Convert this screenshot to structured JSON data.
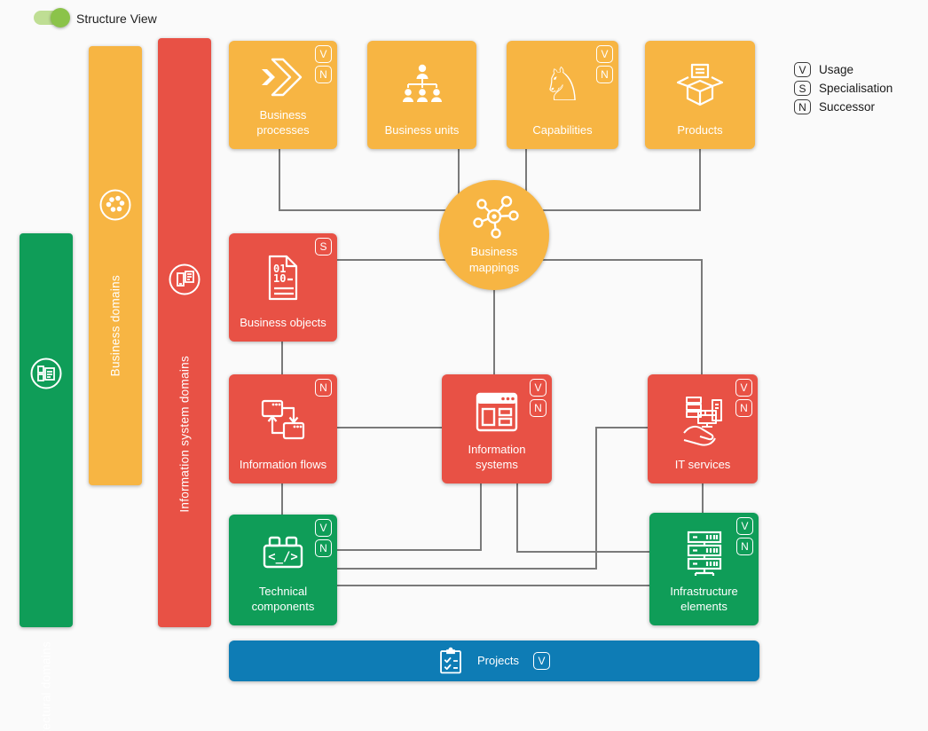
{
  "view_toggle": {
    "label": "Structure View",
    "state": "on"
  },
  "legend": {
    "items": [
      {
        "badge": "V",
        "label": "Usage"
      },
      {
        "badge": "S",
        "label": "Specialisation"
      },
      {
        "badge": "N",
        "label": "Successor"
      }
    ]
  },
  "domains": {
    "architectural": {
      "label": "Architectural domains",
      "color": "#0F9D58",
      "icon": "layered-racks-circle-icon"
    },
    "business": {
      "label": "Business domains",
      "color": "#F7B543",
      "icon": "cluster-circle-icon"
    },
    "information_system": {
      "label": "Information system domains",
      "color": "#E85145",
      "icon": "device-document-circle-icon"
    }
  },
  "nodes": {
    "business_processes": {
      "label": "Business processes",
      "badges": [
        "V",
        "N"
      ],
      "color": "#F7B543",
      "icon": "double-chevron-icon"
    },
    "business_units": {
      "label": "Business units",
      "badges": [],
      "color": "#F7B543",
      "icon": "org-chart-icon"
    },
    "capabilities": {
      "label": "Capabilities",
      "badges": [
        "V",
        "N"
      ],
      "color": "#F7B543",
      "icon": "chess-knight-icon"
    },
    "products": {
      "label": "Products",
      "badges": [],
      "color": "#F7B543",
      "icon": "open-box-icon"
    },
    "business_mappings": {
      "label": "Business mappings",
      "badges": [],
      "color": "#F7B543",
      "icon": "hub-network-icon"
    },
    "business_objects": {
      "label": "Business objects",
      "badges": [
        "S"
      ],
      "color": "#E85145",
      "icon": "binary-document-icon"
    },
    "information_flows": {
      "label": "Information flows",
      "badges": [
        "N"
      ],
      "color": "#E85145",
      "icon": "window-arrows-icon"
    },
    "information_systems": {
      "label": "Information systems",
      "badges": [
        "V",
        "N"
      ],
      "color": "#E85145",
      "icon": "app-window-icon"
    },
    "it_services": {
      "label": "IT services",
      "badges": [
        "V",
        "N"
      ],
      "color": "#E85145",
      "icon": "hand-devices-icon"
    },
    "technical_components": {
      "label": "Technical components",
      "badges": [
        "V",
        "N"
      ],
      "color": "#0F9D58",
      "icon": "code-brick-icon"
    },
    "infrastructure_elements": {
      "label": "Infrastructure elements",
      "badges": [
        "V",
        "N"
      ],
      "color": "#0F9D58",
      "icon": "server-stack-icon"
    },
    "projects": {
      "label": "Projects",
      "badges": [
        "V"
      ],
      "color": "#0E7CB5",
      "icon": "clipboard-checklist-icon"
    }
  },
  "edges": [
    {
      "from": "business_processes",
      "to": "business_mappings"
    },
    {
      "from": "business_units",
      "to": "business_mappings"
    },
    {
      "from": "capabilities",
      "to": "business_mappings"
    },
    {
      "from": "products",
      "to": "business_mappings"
    },
    {
      "from": "business_objects",
      "to": "business_mappings"
    },
    {
      "from": "business_mappings",
      "to": "it_services"
    },
    {
      "from": "business_mappings",
      "to": "information_systems"
    },
    {
      "from": "business_objects",
      "to": "information_flows"
    },
    {
      "from": "information_flows",
      "to": "information_systems"
    },
    {
      "from": "information_flows",
      "to": "technical_components"
    },
    {
      "from": "information_systems",
      "to": "technical_components"
    },
    {
      "from": "information_systems",
      "to": "infrastructure_elements"
    },
    {
      "from": "technical_components",
      "to": "it_services"
    },
    {
      "from": "technical_components",
      "to": "infrastructure_elements"
    },
    {
      "from": "it_services",
      "to": "infrastructure_elements"
    }
  ],
  "colors": {
    "background": "#FAFAFA",
    "business_yellow": "#F7B543",
    "application_red": "#E85145",
    "technology_green": "#0F9D58",
    "project_blue": "#0E7CB5",
    "connector_gray": "#7A7A7A",
    "toggle_knob_green": "#8BC34A",
    "toggle_track_green": "#BFDE94"
  }
}
